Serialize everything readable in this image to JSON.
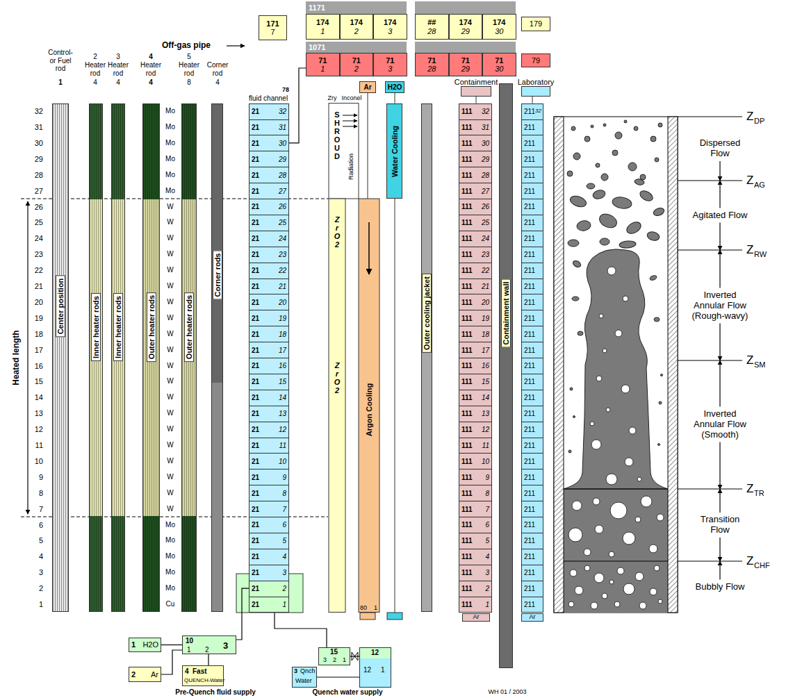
{
  "diagram": {
    "nodes": [
      {
        "text": [
          "171",
          "7"
        ]
      },
      {
        "text": [
          "1171"
        ]
      },
      {
        "text": [
          "174",
          "1"
        ],
        "in": 1
      },
      {
        "text": [
          "174",
          "2"
        ],
        "in": 1
      },
      {
        "text": [
          "174",
          "3"
        ],
        "in": 1
      },
      {
        "text": [
          "##",
          "28"
        ],
        "in": 1
      },
      {
        "text": [
          "174",
          "29"
        ],
        "in": 1
      },
      {
        "text": [
          "174",
          "30"
        ],
        "in": 1
      },
      {
        "text": [
          "179"
        ]
      },
      {
        "text": [
          "1071"
        ]
      },
      {
        "text": [
          "71",
          "1"
        ],
        "in": 9
      },
      {
        "text": [
          "71",
          "2"
        ],
        "in": 9
      },
      {
        "text": [
          "71",
          "3"
        ],
        "in": 9
      },
      {
        "text": [
          "71",
          "28"
        ],
        "in": 9
      },
      {
        "text": [
          "71",
          "29"
        ],
        "in": 9
      },
      {
        "text": [
          "71",
          "30"
        ],
        "in": 9
      },
      {
        "text": [
          "79"
        ]
      },
      {
        "text": [
          "Ar"
        ]
      },
      {
        "text": [
          "H2O"
        ]
      },
      {
        "text": [
          "Containment"
        ]
      },
      {
        "text": [
          "Laboratory"
        ]
      },
      {
        "text": [
          "Center position"
        ]
      },
      {
        "text": [
          "Inner heater rods"
        ]
      },
      {
        "text": [
          "Inner heater rods"
        ]
      },
      {
        "text": [
          "Outer heater rods"
        ]
      },
      {
        "text": [
          "Outer heater rods"
        ]
      },
      {
        "text": [
          "Corner rods"
        ]
      },
      {
        "text": [
          "fluid channel",
          "78"
        ]
      },
      {
        "text": [
          "21",
          "32"
        ],
        "in": 27
      },
      {
        "text": [
          "21",
          "31"
        ],
        "in": 27
      },
      {
        "text": [
          "21",
          "30"
        ],
        "in": 27
      },
      {
        "text": [
          "21",
          "29"
        ],
        "in": 27
      },
      {
        "text": [
          "21",
          "28"
        ],
        "in": 27
      },
      {
        "text": [
          "21",
          "27"
        ],
        "in": 27
      },
      {
        "text": [
          "21",
          "26"
        ],
        "in": 27
      },
      {
        "text": [
          "21",
          "25"
        ],
        "in": 27
      },
      {
        "text": [
          "21",
          "24"
        ],
        "in": 27
      },
      {
        "text": [
          "21",
          "23"
        ],
        "in": 27
      },
      {
        "text": [
          "21",
          "22"
        ],
        "in": 27
      },
      {
        "text": [
          "21",
          "21"
        ],
        "in": 27
      },
      {
        "text": [
          "21",
          "20"
        ],
        "in": 27
      },
      {
        "text": [
          "21",
          "19"
        ],
        "in": 27
      },
      {
        "text": [
          "21",
          "18"
        ],
        "in": 27
      },
      {
        "text": [
          "21",
          "17"
        ],
        "in": 27
      },
      {
        "text": [
          "21",
          "16"
        ],
        "in": 27
      },
      {
        "text": [
          "21",
          "15"
        ],
        "in": 27
      },
      {
        "text": [
          "21",
          "14"
        ],
        "in": 27
      },
      {
        "text": [
          "21",
          "13"
        ],
        "in": 27
      },
      {
        "text": [
          "21",
          "12"
        ],
        "in": 27
      },
      {
        "text": [
          "21",
          "11"
        ],
        "in": 27
      },
      {
        "text": [
          "21",
          "10"
        ],
        "in": 27
      },
      {
        "text": [
          "21",
          "9"
        ],
        "in": 27
      },
      {
        "text": [
          "21",
          "8"
        ],
        "in": 27
      },
      {
        "text": [
          "21",
          "7"
        ],
        "in": 27
      },
      {
        "text": [
          "21",
          "6"
        ],
        "in": 27
      },
      {
        "text": [
          "21",
          "5"
        ],
        "in": 27
      },
      {
        "text": [
          "21",
          "4"
        ],
        "in": 27
      },
      {
        "text": [
          "21",
          "3"
        ],
        "in": 27
      },
      {
        "text": [
          "21",
          "2"
        ],
        "in": 27
      },
      {
        "text": [
          "21",
          "1"
        ],
        "in": 27
      },
      {
        "text": [
          "SHROUD",
          "Radiation",
          "ZrO2",
          "ZrO2"
        ]
      },
      {
        "text": [
          "Water Cooling"
        ]
      },
      {
        "text": [
          "Argon Cooling",
          "80",
          "1"
        ]
      },
      {
        "text": [
          "Outer cooling jacket"
        ]
      },
      {
        "text": [
          "111",
          "32"
        ]
      },
      {
        "text": [
          "111",
          "31"
        ]
      },
      {
        "text": [
          "111",
          "30"
        ]
      },
      {
        "text": [
          "111",
          "29"
        ]
      },
      {
        "text": [
          "111",
          "28"
        ]
      },
      {
        "text": [
          "111",
          "27"
        ]
      },
      {
        "text": [
          "111",
          "26"
        ]
      },
      {
        "text": [
          "111",
          "25"
        ]
      },
      {
        "text": [
          "111",
          "24"
        ]
      },
      {
        "text": [
          "111",
          "23"
        ]
      },
      {
        "text": [
          "111",
          "22"
        ]
      },
      {
        "text": [
          "111",
          "21"
        ]
      },
      {
        "text": [
          "111",
          "20"
        ]
      },
      {
        "text": [
          "111",
          "19"
        ]
      },
      {
        "text": [
          "111",
          "18"
        ]
      },
      {
        "text": [
          "111",
          "17"
        ]
      },
      {
        "text": [
          "111",
          "16"
        ]
      },
      {
        "text": [
          "111",
          "15"
        ]
      },
      {
        "text": [
          "111",
          "14"
        ]
      },
      {
        "text": [
          "111",
          "13"
        ]
      },
      {
        "text": [
          "111",
          "12"
        ]
      },
      {
        "text": [
          "111",
          "11"
        ]
      },
      {
        "text": [
          "111",
          "10"
        ]
      },
      {
        "text": [
          "111",
          "9"
        ]
      },
      {
        "text": [
          "111",
          "8"
        ]
      },
      {
        "text": [
          "111",
          "7"
        ]
      },
      {
        "text": [
          "111",
          "6"
        ]
      },
      {
        "text": [
          "111",
          "5"
        ]
      },
      {
        "text": [
          "111",
          "4"
        ]
      },
      {
        "text": [
          "111",
          "3"
        ]
      },
      {
        "text": [
          "111",
          "2"
        ]
      },
      {
        "text": [
          "111",
          "1"
        ]
      },
      {
        "text": [
          "Containment wall"
        ]
      },
      {
        "text": [
          "211",
          "32"
        ]
      },
      {
        "text": [
          "211"
        ]
      },
      {
        "text": [
          "211"
        ]
      },
      {
        "text": [
          "211"
        ]
      },
      {
        "text": [
          "211"
        ]
      },
      {
        "text": [
          "211"
        ]
      },
      {
        "text": [
          "211"
        ]
      },
      {
        "text": [
          "211"
        ]
      },
      {
        "text": [
          "211"
        ]
      },
      {
        "text": [
          "211"
        ]
      },
      {
        "text": [
          "211"
        ]
      },
      {
        "text": [
          "211"
        ]
      },
      {
        "text": [
          "211"
        ]
      },
      {
        "text": [
          "211"
        ]
      },
      {
        "text": [
          "211"
        ]
      },
      {
        "text": [
          "211"
        ]
      },
      {
        "text": [
          "211"
        ]
      },
      {
        "text": [
          "211"
        ]
      },
      {
        "text": [
          "211"
        ]
      },
      {
        "text": [
          "211"
        ]
      },
      {
        "text": [
          "211"
        ]
      },
      {
        "text": [
          "211"
        ]
      },
      {
        "text": [
          "211"
        ]
      },
      {
        "text": [
          "211"
        ]
      },
      {
        "text": [
          "211"
        ]
      },
      {
        "text": [
          "211"
        ]
      },
      {
        "text": [
          "211"
        ]
      },
      {
        "text": [
          "211"
        ]
      },
      {
        "text": [
          "211"
        ]
      },
      {
        "text": [
          "211"
        ]
      },
      {
        "text": [
          "211"
        ]
      },
      {
        "text": [
          "211"
        ]
      },
      {
        "text": [
          "Ar"
        ]
      },
      {
        "text": [
          "Ar"
        ]
      },
      {
        "text": [
          "1",
          "H2O"
        ]
      },
      {
        "text": [
          "10",
          "1",
          "2",
          "3"
        ]
      },
      {
        "text": [
          "2",
          "Ar"
        ]
      },
      {
        "text": [
          "4",
          "Fast",
          "QUENCH-Water"
        ]
      },
      {
        "text": [
          "15",
          "3",
          "2",
          "1"
        ]
      },
      {
        "text": [
          "12",
          "12",
          "1"
        ]
      },
      {
        "text": [
          "3",
          "Qnch",
          "Water"
        ]
      }
    ],
    "edges": [
      {
        "from": 30,
        "to": 9,
        "arrow": "none"
      },
      {
        "from": 131,
        "to": 132,
        "arrow": "none"
      },
      {
        "from": 133,
        "to": 132,
        "arrow": "none"
      },
      {
        "from": 134,
        "to": 132,
        "arrow": "none"
      },
      {
        "from": 132,
        "to": 58,
        "arrow": "none"
      },
      {
        "from": 137,
        "to": 136,
        "arrow": "none"
      },
      {
        "from": 136,
        "to": 135,
        "arrow": "none"
      },
      {
        "from": 135,
        "to": 59,
        "arrow": "none"
      }
    ],
    "labels": [
      "Off-gas pipe",
      "Control- or Fuel rod",
      "1",
      "2",
      "Heater rod",
      "4",
      "3",
      "Heater rod",
      "4",
      "4",
      "Heater rod",
      "4",
      "5",
      "Heater rod",
      "8",
      "Corner rod",
      "4",
      "Zry",
      "Inconel",
      "Heated length",
      "32",
      "31",
      "30",
      "29",
      "28",
      "27",
      "26",
      "25",
      "24",
      "23",
      "22",
      "21",
      "20",
      "19",
      "18",
      "17",
      "16",
      "15",
      "14",
      "13",
      "12",
      "11",
      "10",
      "9",
      "8",
      "7",
      "6",
      "5",
      "4",
      "3",
      "2",
      "1",
      "Mo",
      "Mo",
      "Mo",
      "Mo",
      "Mo",
      "Mo",
      "W",
      "W",
      "W",
      "W",
      "W",
      "W",
      "W",
      "W",
      "W",
      "W",
      "W",
      "W",
      "W",
      "W",
      "W",
      "W",
      "W",
      "W",
      "W",
      "W",
      "Mo",
      "Mo",
      "Mo",
      "Mo",
      "Mo",
      "Cu",
      "Z",
      "DP",
      "Z",
      "AG",
      "Z",
      "RW",
      "Z",
      "SM",
      "Z",
      "TR",
      "Z",
      "CHF",
      "Dispersed Flow",
      "Agitated Flow",
      "Inverted Annular Flow (Rough-wavy)",
      "Inverted Annular Flow (Smooth)",
      "Transition Flow",
      "Bubbly Flow",
      "Pre-Quench fluid supply",
      "Quench water supply",
      "WH 01 / 2003"
    ]
  }
}
